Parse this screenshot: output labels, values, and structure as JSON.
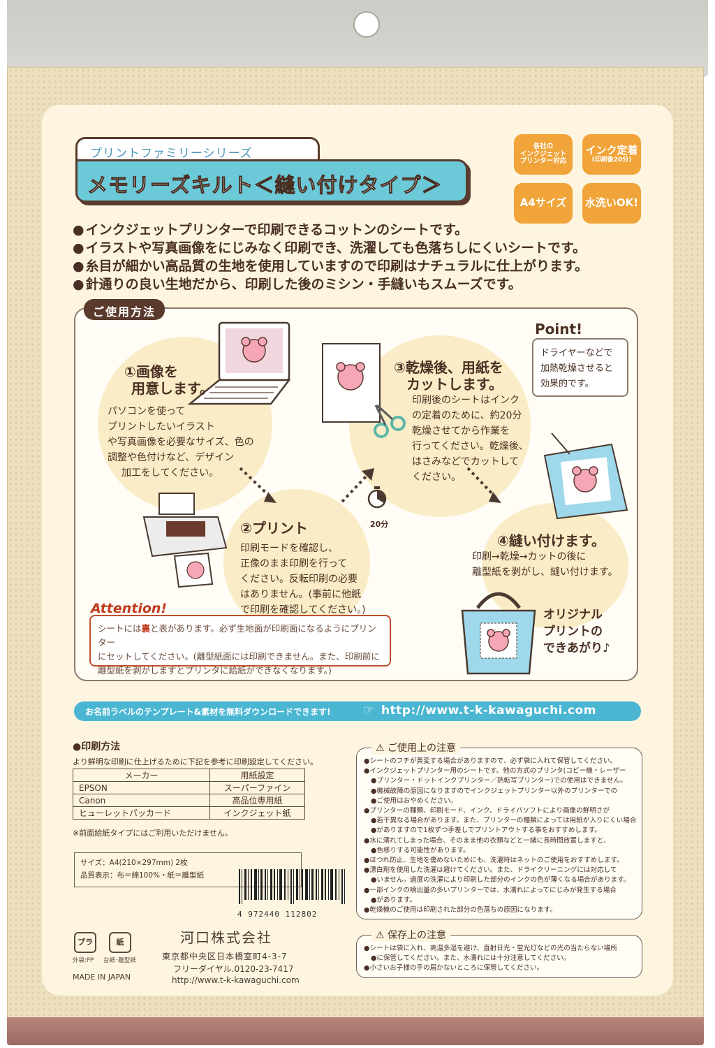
{
  "series_label": "プリントファミリーシリーズ",
  "product_title": "メモリーズキルト＜縫い付けタイプ＞",
  "badges": [
    {
      "lines": [
        "各社の",
        "インクジェット",
        "プリンター対応"
      ]
    },
    {
      "lines": [
        "インク定着",
        "(印刷後20分)"
      ]
    },
    {
      "lines": [
        "A4サイズ"
      ]
    },
    {
      "lines": [
        "水洗いOK!"
      ]
    }
  ],
  "features": [
    "インクジェットプリンターで印刷できるコットンのシートです。",
    "イラストや写真画像をにじみなく印刷でき、洗濯しても色落ちしにくいシートです。",
    "糸目が細かい高品質の生地を使用していますので印刷はナチュラルに仕上がります。",
    "針通りの良い生地だから、印刷した後のミシン・手縫いもスムーズです。"
  ],
  "usage_tab": "ご使用方法",
  "steps": [
    {
      "title": [
        "①画像を",
        "用意します。"
      ],
      "text": [
        "パソコンを使って",
        "プリントしたいイラスト",
        "や写真画像を必要なサイズ、色の",
        "調整や色付けなど、デザイン",
        "加工をしてください。"
      ]
    },
    {
      "title": [
        "②プリント"
      ],
      "text": [
        "印刷モードを確認し、",
        "正像のまま印刷を行って",
        "ください。反転印刷の必要",
        "はありません。(事前に他紙",
        "で印刷を確認してください。)"
      ]
    },
    {
      "title": [
        "③乾燥後、用紙を",
        "カットします。"
      ],
      "text": [
        "印刷後のシートはインク",
        "の定着のために、約20分",
        "乾燥させてから作業を",
        "行ってください。乾燥後、",
        "はさみなどでカットして",
        "ください。"
      ]
    },
    {
      "title": [
        "④縫い付けます。"
      ],
      "text": [
        "印刷→乾燥→カットの後に",
        "離型紙を剥がし、縫い付けます。"
      ]
    }
  ],
  "timer_label": "20分",
  "point": {
    "label": "Point!",
    "lines": [
      "ドライヤーなどで",
      "加熱乾燥させると",
      "効果的です。"
    ]
  },
  "attention": {
    "label": "Attention!",
    "line1_pre": "シートには",
    "line1_red": "裏",
    "line1_post": "と表があります。必ず生地面が印刷面になるようにプリンター",
    "line2": "にセットしてください。(離型紙面には印刷できません。また、印刷前に",
    "line3": "離型紙を剥がしますとプリンタに給紙ができなくなります。)"
  },
  "final_label": [
    "オリジナル",
    "プリントの",
    "できあがり♪"
  ],
  "url_bar": {
    "note": "お名前ラベルのテンプレート&素材を無料ダウンロードできます!",
    "url": "http://www.t-k-kawaguchi.com"
  },
  "print_method": {
    "title": "●印刷方法",
    "desc": "より鮮明な印刷に仕上げるために下記を参考に印刷設定してください。",
    "headers": [
      "メーカー",
      "用紙設定"
    ],
    "rows": [
      [
        "EPSON",
        "スーパーファイン"
      ],
      [
        "Canon",
        "高品位専用紙"
      ],
      [
        "ヒューレットパッカード",
        "インクジェット紙"
      ]
    ],
    "note": "※前面給紙タイプにはご利用いただけません。"
  },
  "spec": [
    "サイズ：A4(210×297mm) 2枚",
    "品質表示：布＝綿100%・紙＝離型紙"
  ],
  "barcode_number": "4 972440 112802",
  "recycle": [
    {
      "symbol": "プラ",
      "label": "外袋:PP"
    },
    {
      "symbol": "紙",
      "label": "台紙･離型紙"
    }
  ],
  "company": "河口株式会社",
  "address": "東京都中央区日本橋室町4-3-7",
  "phone": "フリーダイヤル.0120-23-7417",
  "website": "http://www.t-k-kawaguchi.com",
  "made_in": "MADE IN JAPAN",
  "caution_use": {
    "title": "ご使用上の注意",
    "items": [
      "シートのフチが黄変する場合がありますので、必ず袋に入れて保管してください。",
      "インクジェットプリンター用のシートです。他の方式のプリンタ(コピー機・レーザー",
      "プリンター・ドットインクプリンター／熱転写プリンター)での使用はできません。",
      "機械故障の原因になりますのでインクジェットプリンター以外のプリンターでの",
      "ご使用はおやめください。",
      "プリンターの種類、印刷モード、インク、ドライバソフトにより画像の鮮明さが",
      "若干異なる場合があります。また、プリンターの種類によっては用紙が入りにくい場合",
      "がありますので1枚ずつ手差しでプリントアウトする事をおすすめします。",
      "水に濡れてしまった場合、そのまま他の衣類などと一緒に長時間放置しますと、",
      "色移りする可能性があります。",
      "ほつれ防止、生地を傷めないためにも、洗濯時はネットのご使用をおすすめします。",
      "漂白剤を使用した洗濯は避けてください。また、ドライクリーニングには対応して",
      "いません。過度の洗濯により印刷した部分のインクの色が薄くなる場合があります。",
      "一部インクの噴出量の多いプリンターでは、水濡れによってにじみが発生する場合",
      "があります。",
      "乾燥機のご使用は印刷された部分の色落ちの原因になります。"
    ]
  },
  "caution_storage": {
    "title": "保存上の注意",
    "items": [
      "シートは袋に入れ、高温多湿を避け、直射日光・蛍光灯などの光の当たらない場所",
      "に保管してください。また、水濡れには十分注意してください。",
      "小さいお子様の手の届かないところに保管してください。"
    ]
  }
}
